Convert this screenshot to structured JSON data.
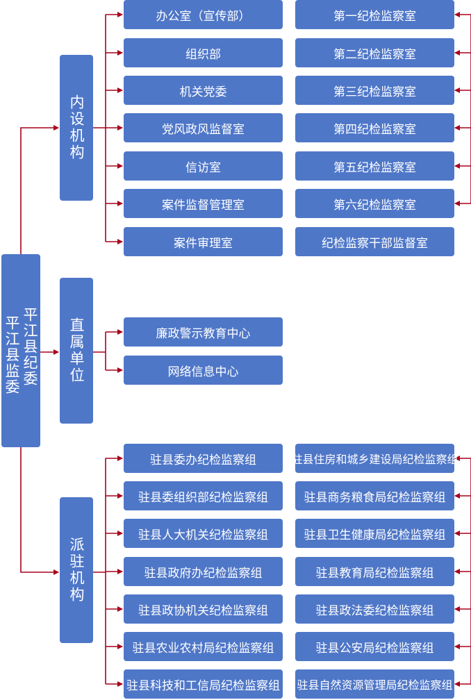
{
  "root": {
    "line1": "平江县纪委",
    "line2": "平江县监委"
  },
  "categories": {
    "internal": "内设机构",
    "direct": "直属单位",
    "dispatched": "派驻机构"
  },
  "internal_left": [
    "办公室（宣传部）",
    "组织部",
    "机关党委",
    "党风政风监督室",
    "信访室",
    "案件监督管理室",
    "案件审理室"
  ],
  "internal_right": [
    "第一纪检监察室",
    "第二纪检监察室",
    "第三纪检监察室",
    "第四纪检监察室",
    "第五纪检监察室",
    "第六纪检监察室",
    "纪检监察干部监督室"
  ],
  "direct_units": [
    "廉政警示教育中心",
    "网络信息中心"
  ],
  "dispatched_left": [
    "驻县委办纪检监察组",
    "驻县委组织部纪检监察组",
    "驻县人大机关纪检监察组",
    "驻县政府办纪检监察组",
    "驻县政协机关纪检监察组",
    "驻县农业农村局纪检监察组",
    "驻县科技和工信局纪检监察组"
  ],
  "dispatched_right": [
    "驻县住房和城乡建设局纪检监察组",
    "驻县商务粮食局纪检监察组",
    "驻县卫生健康局纪检监察组",
    "驻县教育局纪检监察组",
    "驻县政法委纪检监察组",
    "驻县公安局纪检监察组",
    "驻县自然资源管理局纪检监察组"
  ],
  "colors": {
    "box": "#4f77c8",
    "line": "#a8001c",
    "text": "#ffffff"
  }
}
